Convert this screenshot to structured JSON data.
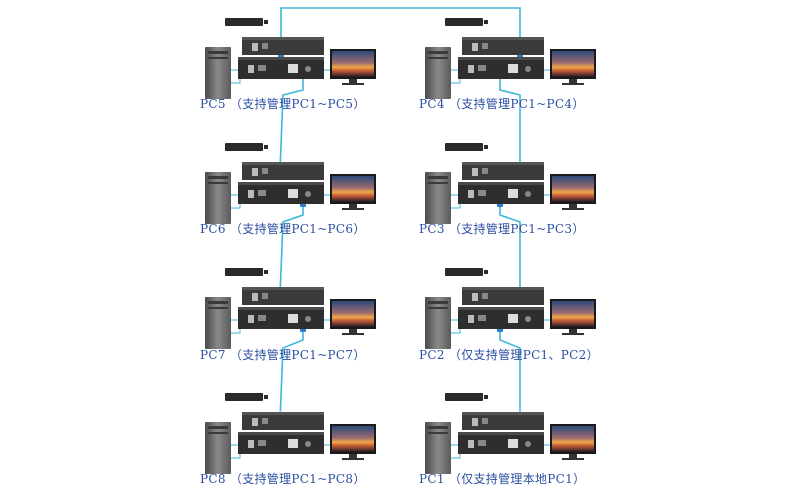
{
  "colors": {
    "cable": "#3fb7d8",
    "connector": "#2f7fd0",
    "caption": "#2b4fa3",
    "device": "#2e2e2e",
    "tower": "#6a6a6a",
    "screen_top": "#3a5a8a",
    "screen_mid": "#e8a040",
    "screen_bottom": "#2a2030"
  },
  "stations": [
    {
      "id": "pc5",
      "caption": "PC5 （支持管理PC1~PC5）"
    },
    {
      "id": "pc4",
      "caption": "PC4 （支持管理PC1~PC4）"
    },
    {
      "id": "pc6",
      "caption": "PC6 （支持管理PC1~PC6）"
    },
    {
      "id": "pc3",
      "caption": "PC3 （支持管理PC1~PC3）"
    },
    {
      "id": "pc7",
      "caption": "PC7 （支持管理PC1~PC7）"
    },
    {
      "id": "pc2",
      "caption": "PC2 （仅支持管理PC1、PC2）"
    },
    {
      "id": "pc8",
      "caption": "PC8 （支持管理PC1~PC8）"
    },
    {
      "id": "pc1",
      "caption": "PC1 （仅支持管理本地PC1）"
    }
  ]
}
